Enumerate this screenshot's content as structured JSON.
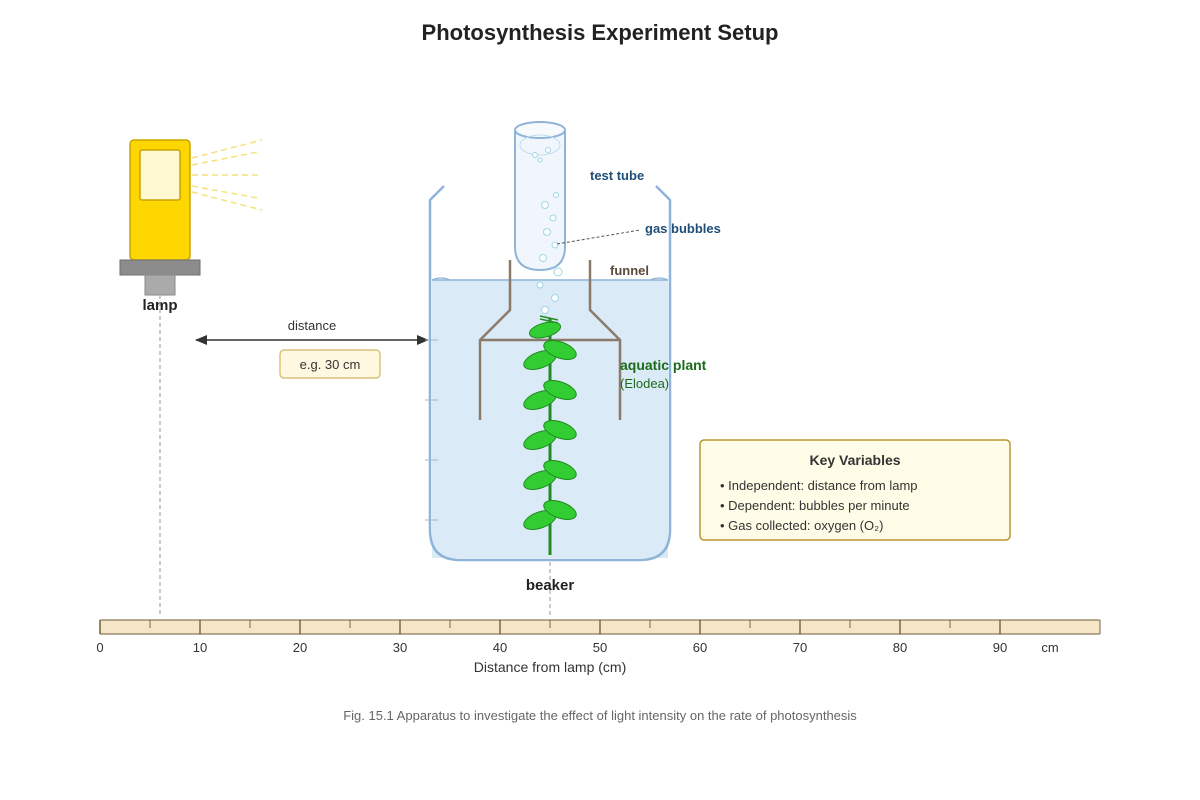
{
  "title": "Photosynthesis Experiment Setup",
  "labels": {
    "lamp": "lamp",
    "distance": "distance",
    "distance_example": "e.g. 30 cm",
    "test_tube": "test tube",
    "gas_bubbles": "gas bubbles",
    "funnel": "funnel",
    "plant": "aquatic plant",
    "plant_species": "(Elodea)",
    "beaker": "beaker"
  },
  "key_variables": {
    "title": "Key Variables",
    "items": [
      "• Independent: distance from lamp",
      "• Dependent: bubbles per minute",
      "• Gas collected: oxygen (O₂)"
    ]
  },
  "ruler": {
    "ticks": [
      "0",
      "10",
      "20",
      "30",
      "40",
      "50",
      "60",
      "70",
      "80",
      "90"
    ],
    "unit": "cm",
    "axis_title": "Distance from lamp (cm)"
  },
  "caption": "Fig. 15.1 Apparatus to investigate the effect of light intensity on the rate of photosynthesis",
  "colors": {
    "lamp_body": "#ffd700",
    "water": "#dbeaf7",
    "beaker_outline": "#8fb4d9",
    "funnel": "#8a7a6a",
    "leaf": "#32cd32",
    "stem": "#228b22",
    "key_box_fill": "#fffde7",
    "key_box_border": "#b8962e",
    "ruler_fill": "#f5e6c8"
  }
}
